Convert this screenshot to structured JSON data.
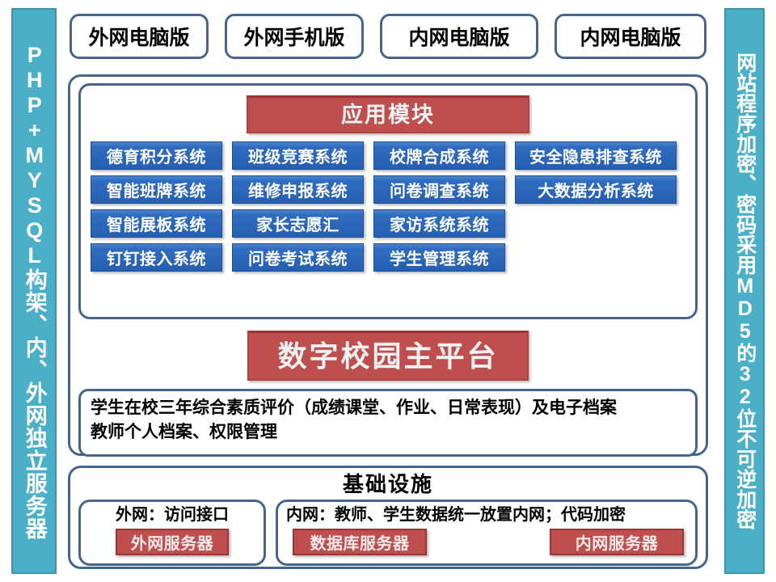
{
  "colors": {
    "rail_bg": "#4BAFC8",
    "frame_border": "#47648f",
    "module_blue": "#2F6CC0",
    "banner_red": "#BF4E4E",
    "page_bg": "#FFFFFF"
  },
  "rails": {
    "left_text": "PHP+MYSQL构架、内、外网独立服务器",
    "right_text": "网站程序加密、密码采用MD5的32位不可逆加密"
  },
  "tabs": [
    {
      "label": "外网电脑版"
    },
    {
      "label": "外网手机版"
    },
    {
      "label": "内网电脑版"
    },
    {
      "label": "内网电脑版"
    }
  ],
  "app_section": {
    "banner": "应用模块",
    "rows": [
      [
        {
          "label": "德育积分系统",
          "size": "w1"
        },
        {
          "label": "班级竞赛系统",
          "size": "w1"
        },
        {
          "label": "校牌合成系统",
          "size": "w1"
        },
        {
          "label": "安全隐患排查系统",
          "size": "w2"
        }
      ],
      [
        {
          "label": "智能班牌系统",
          "size": "w1"
        },
        {
          "label": "维修申报系统",
          "size": "w1"
        },
        {
          "label": "问卷调查系统",
          "size": "w1"
        },
        {
          "label": "大数据分析系统",
          "size": "w2"
        }
      ],
      [
        {
          "label": "智能展板系统",
          "size": "w1"
        },
        {
          "label": "家长志愿汇",
          "size": "w1"
        },
        {
          "label": "家访系统系统",
          "size": "w1"
        }
      ],
      [
        {
          "label": "钉钉接入系统",
          "size": "w1"
        },
        {
          "label": "问卷考试系统",
          "size": "w1"
        },
        {
          "label": "学生管理系统",
          "size": "w1"
        }
      ]
    ]
  },
  "platform": {
    "banner": "数字校园主平台",
    "description_line1": "学生在校三年综合素质评价（成绩课堂、作业、日常表现）及电子档案",
    "description_line2": "教师个人档案、权限管理"
  },
  "infrastructure": {
    "title": "基础设施",
    "external": {
      "label": "外网：访问接口",
      "servers": [
        {
          "label": "外网服务器"
        }
      ]
    },
    "internal": {
      "label": "内网：教师、学生数据统一放置内网；代码加密",
      "servers": [
        {
          "label": "数据库服务器"
        },
        {
          "label": "内网服务器"
        }
      ]
    }
  }
}
